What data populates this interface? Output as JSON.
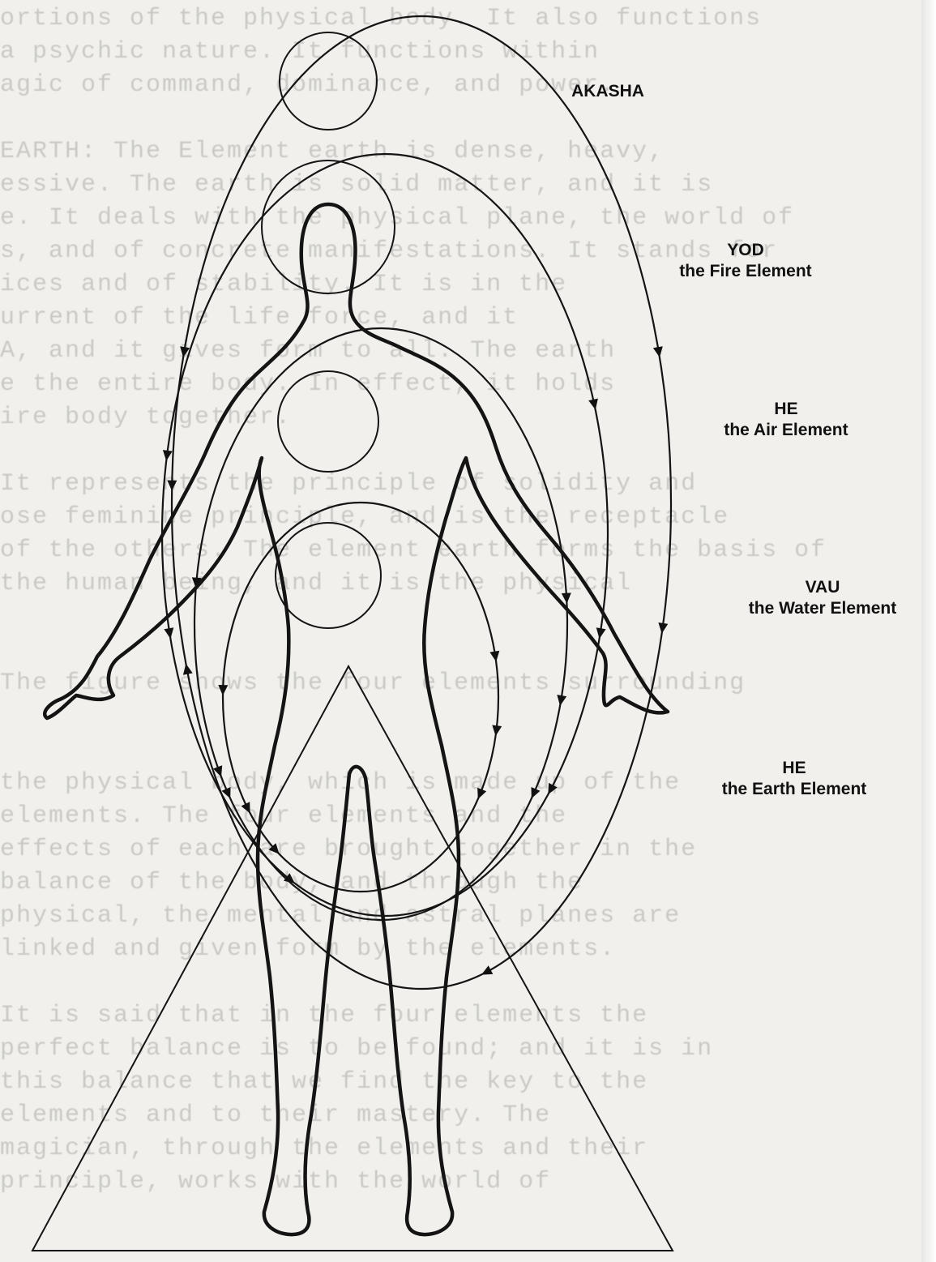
{
  "labels": {
    "akasha": {
      "line1": "AKASHA"
    },
    "yod": {
      "line1": "YOD",
      "line2": "the Fire Element"
    },
    "he_air": {
      "line1": "HE",
      "line2": "the Air Element"
    },
    "vau": {
      "line1": "VAU",
      "line2": "the Water Element"
    },
    "he_earth": {
      "line1": "HE",
      "line2": "the Earth Element"
    }
  },
  "bleed_text": [
    "ortions of the physical body. It also functions",
    "a psychic nature.  It functions within",
    "agic of command, dominance, and power.",
    "",
    "EARTH:  The Element earth is dense, heavy,",
    "essive.  The earth is solid matter, and it is",
    "e.  It deals with the physical plane, the world of",
    "s, and of concrete manifestations.  It stands for",
    "ices and of stability.  It is in the",
    "urrent of the life force, and it",
    "A, and it gives form to all.  The earth",
    "e the entire body.  In effect, it holds",
    "ire body together.",
    "",
    "It represents the principle of solidity and",
    "ose feminine principle, and is the receptacle",
    "of the others.  The element earth forms the basis of",
    "the human being, and it is the physical",
    "",
    "",
    "The figure shows the four elements surrounding",
    "",
    "",
    "the physical body, which is made up of the",
    "elements.  The four elements and the",
    "effects of each are brought together in the",
    "balance of the body, and through the",
    "physical, the mental and astral planes are",
    "linked and given form by the elements.",
    "",
    "It is said that in the four elements the",
    "perfect balance is to be found; and it is in",
    "this balance that we find the key to the",
    "elements and to their mastery.  The",
    "magician, through the elements and their",
    "  principle, works with the world of"
  ]
}
